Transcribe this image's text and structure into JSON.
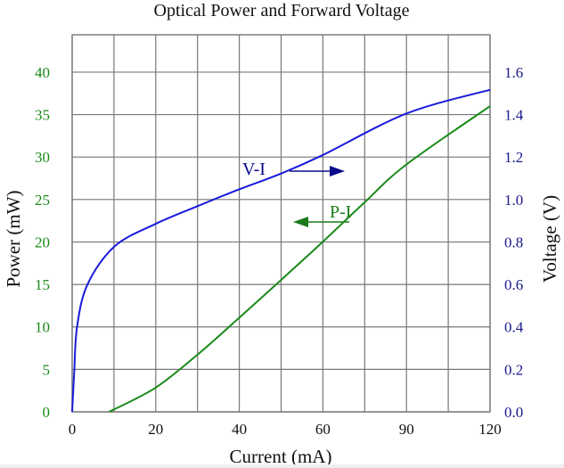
{
  "chart_data": {
    "type": "line",
    "title": "Optical Power and Forward Voltage",
    "xlabel": "Current (mA)",
    "ylabel_left": "Power (mW)",
    "ylabel_right": "Voltage (V)",
    "xlim": [
      0,
      120
    ],
    "ylim_left": [
      0,
      44.4
    ],
    "ylim_right": [
      0,
      1.776
    ],
    "grid": true,
    "x_gridlines": [
      0,
      12,
      24,
      36,
      48,
      60,
      72,
      84,
      96,
      108,
      120
    ],
    "x_ticks": [
      {
        "at": 0,
        "label": "0"
      },
      {
        "at": 24,
        "label": "20"
      },
      {
        "at": 48,
        "label": "40"
      },
      {
        "at": 72,
        "label": "60"
      },
      {
        "at": 96,
        "label": "90"
      },
      {
        "at": 120,
        "label": "120"
      }
    ],
    "y_left_ticks": [
      "0",
      "5",
      "10",
      "15",
      "20",
      "25",
      "30",
      "35",
      "40"
    ],
    "y_left_values": [
      0,
      5,
      10,
      15,
      20,
      25,
      30,
      35,
      40
    ],
    "y_right_ticks": [
      "0.0",
      "0.2",
      "0.4",
      "0.6",
      "0.8",
      "1.0",
      "1.2",
      "1.4",
      "1.6"
    ],
    "y_right_values": [
      0,
      0.2,
      0.4,
      0.6,
      0.8,
      1.0,
      1.2,
      1.4,
      1.6
    ],
    "series": [
      {
        "name": "V-I",
        "axis": "right",
        "color": "#1a1adc",
        "x": [
          0,
          0.6,
          1.4,
          4.4,
          12.2,
          23.8,
          35.9,
          47.5,
          59.9,
          71.9,
          96,
          120
        ],
        "y": [
          0,
          0.19,
          0.4,
          0.6,
          0.78,
          0.884,
          0.968,
          1.045,
          1.122,
          1.209,
          1.405,
          1.517
        ]
      },
      {
        "name": "P-I",
        "axis": "left",
        "color": "#1a8a1a",
        "x": [
          10.6,
          23.8,
          35.9,
          47.5,
          59.9,
          71.9,
          83.8,
          95.9,
          120
        ],
        "y": [
          0,
          2.8,
          6.7,
          10.9,
          15.5,
          20.0,
          24.6,
          29.1,
          36.0
        ]
      }
    ],
    "annotations": [
      {
        "text": "V-I",
        "arrow": "right",
        "color": "#0a0a8c"
      },
      {
        "text": "P-I",
        "arrow": "left",
        "color": "#1a7a1a"
      }
    ],
    "colors": {
      "left_axis": "#1a8a1a",
      "right_axis": "#1a1a8c",
      "grid": "#777777"
    }
  }
}
